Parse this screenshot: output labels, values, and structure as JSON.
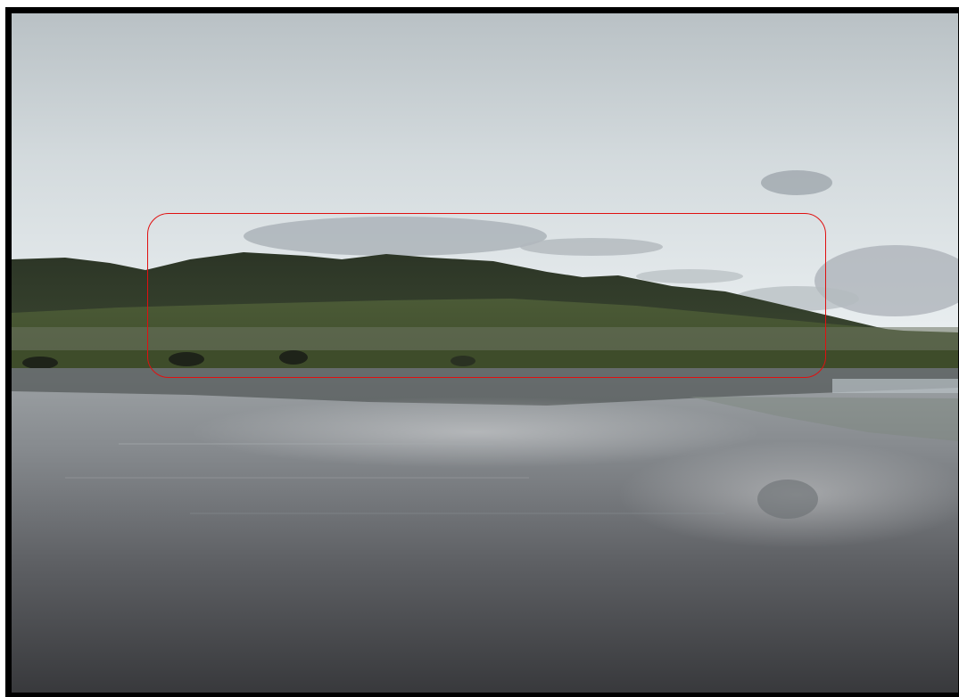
{
  "image": {
    "subject": "landscape-photo",
    "scene": [
      "overcast-sky",
      "green-hills",
      "grassland",
      "calm-lake",
      "reflection"
    ]
  },
  "annotation": {
    "shape": "rounded-rectangle",
    "color": "#e01010"
  },
  "colors": {
    "frame": "#000000",
    "sky_top": "#c4cbcf",
    "sky_horizon": "#e6ecee",
    "hills": "#2f3a28",
    "grass": "#4a5a32",
    "water_top": "#8e9396",
    "water_bottom": "#3a3b3e"
  }
}
